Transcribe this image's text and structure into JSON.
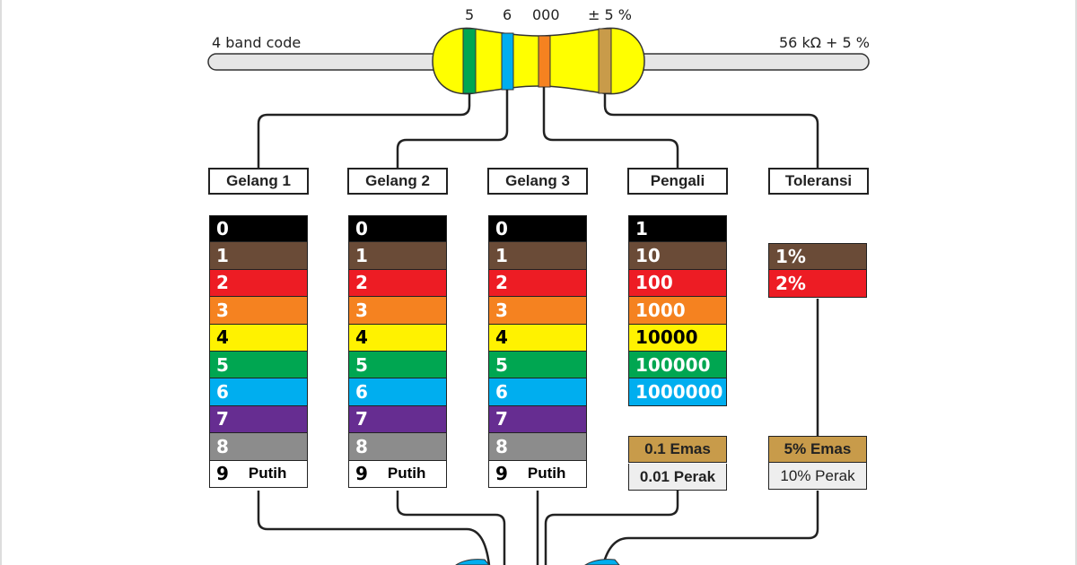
{
  "top_labels": {
    "band_digits": [
      "5",
      "6",
      "000",
      "± 5 %"
    ],
    "left_caption": "4   band code",
    "right_caption": "56 kΩ + 5 %"
  },
  "headers": [
    "Gelang 1",
    "Gelang 2",
    "Gelang 3",
    "Pengali",
    "Toleransi"
  ],
  "digit_columns": {
    "values": [
      "0",
      "1",
      "2",
      "3",
      "4",
      "5",
      "6",
      "7",
      "8",
      "9"
    ],
    "last_word": "Putih"
  },
  "multiplier": {
    "values": [
      "1",
      "10",
      "100",
      "1000",
      "10000",
      "100000",
      "1000000"
    ],
    "gold": "0.1 Emas",
    "silver": "0.01 Perak"
  },
  "tolerance": {
    "values": [
      "1%",
      "2%"
    ],
    "gold": "5% Emas",
    "silver": "10% Perak"
  },
  "colors": {
    "black": "#000000",
    "brown": "#6a4b37",
    "red": "#ed1c24",
    "orange": "#f58220",
    "yellow": "#fff200",
    "green": "#00a651",
    "blue": "#00aeef",
    "violet": "#662d91",
    "grey": "#8c8c8c",
    "white": "#ffffff",
    "gold": "#c89b4a",
    "silver": "#eeeeee",
    "resistor_body": "#ffff00"
  }
}
